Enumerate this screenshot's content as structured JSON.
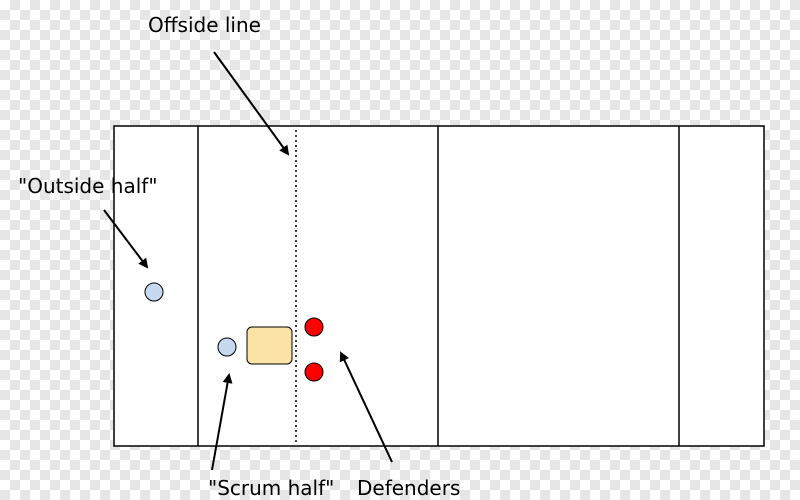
{
  "labels": {
    "offside_line": "Offside line",
    "outside_half": "\"Outside half\"",
    "defenders": "Defenders",
    "scrum_half": "\"Scrum half\""
  },
  "colors": {
    "attacking_player": "#c5d9f1",
    "defending_player": "#ff0000",
    "scrum": "#fbe3a6",
    "lines": "#000000"
  },
  "players": {
    "attacking_count": 2,
    "defending_count": 2
  }
}
